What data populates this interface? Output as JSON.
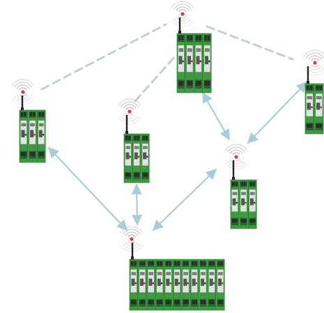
{
  "diagram": {
    "type": "wireless-mesh-network",
    "colors": {
      "module_green": "#3f9a3f",
      "module_green_dark": "#1f6b2a",
      "module_face": "#dde3dd",
      "terminal_dark": "#2d2d2d",
      "antenna": "#222222",
      "signal_ring": "#b9b9b9",
      "signal_dot": "#d83b3b",
      "wireless_link": "#c2d2c8",
      "wired_link": "#a9cdd6"
    },
    "nodes": [
      {
        "id": "node-top-center",
        "icon": "rail-module-with-antenna",
        "modules": 4
      },
      {
        "id": "node-left",
        "icon": "rail-module-with-antenna",
        "modules": 3
      },
      {
        "id": "node-center-left",
        "icon": "rail-module-with-antenna",
        "modules": 3
      },
      {
        "id": "node-right-edge",
        "icon": "rail-module-with-antenna",
        "modules": 2
      },
      {
        "id": "node-center-right",
        "icon": "rail-module-with-antenna",
        "modules": 3
      },
      {
        "id": "node-bottom-hub",
        "icon": "rail-module-with-antenna",
        "modules": 11
      }
    ],
    "links": [
      {
        "from": "node-left",
        "to": "node-top-center",
        "style": "dashed"
      },
      {
        "from": "node-center-left",
        "to": "node-top-center",
        "style": "dashed"
      },
      {
        "from": "node-top-center",
        "to": "node-right-edge",
        "style": "dashed"
      },
      {
        "from": "node-top-center",
        "to": "node-center-right",
        "style": "solid"
      },
      {
        "from": "node-right-edge",
        "to": "node-center-right",
        "style": "solid"
      },
      {
        "from": "node-left",
        "to": "node-bottom-hub",
        "style": "solid"
      },
      {
        "from": "node-center-left",
        "to": "node-bottom-hub",
        "style": "solid"
      },
      {
        "from": "node-center-right",
        "to": "node-bottom-hub",
        "style": "solid"
      }
    ]
  }
}
